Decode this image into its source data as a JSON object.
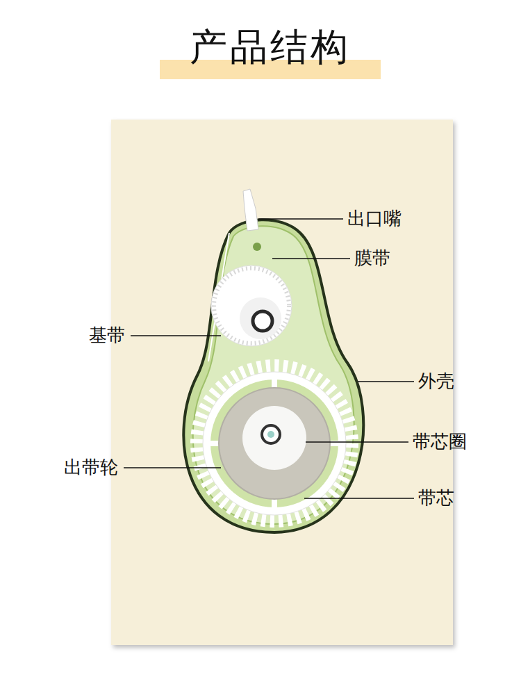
{
  "diagram": {
    "title": "产品结构",
    "labels": [
      "出口嘴",
      "膜带",
      "基带",
      "外壳",
      "带芯圈",
      "出带轮",
      "带芯"
    ]
  }
}
